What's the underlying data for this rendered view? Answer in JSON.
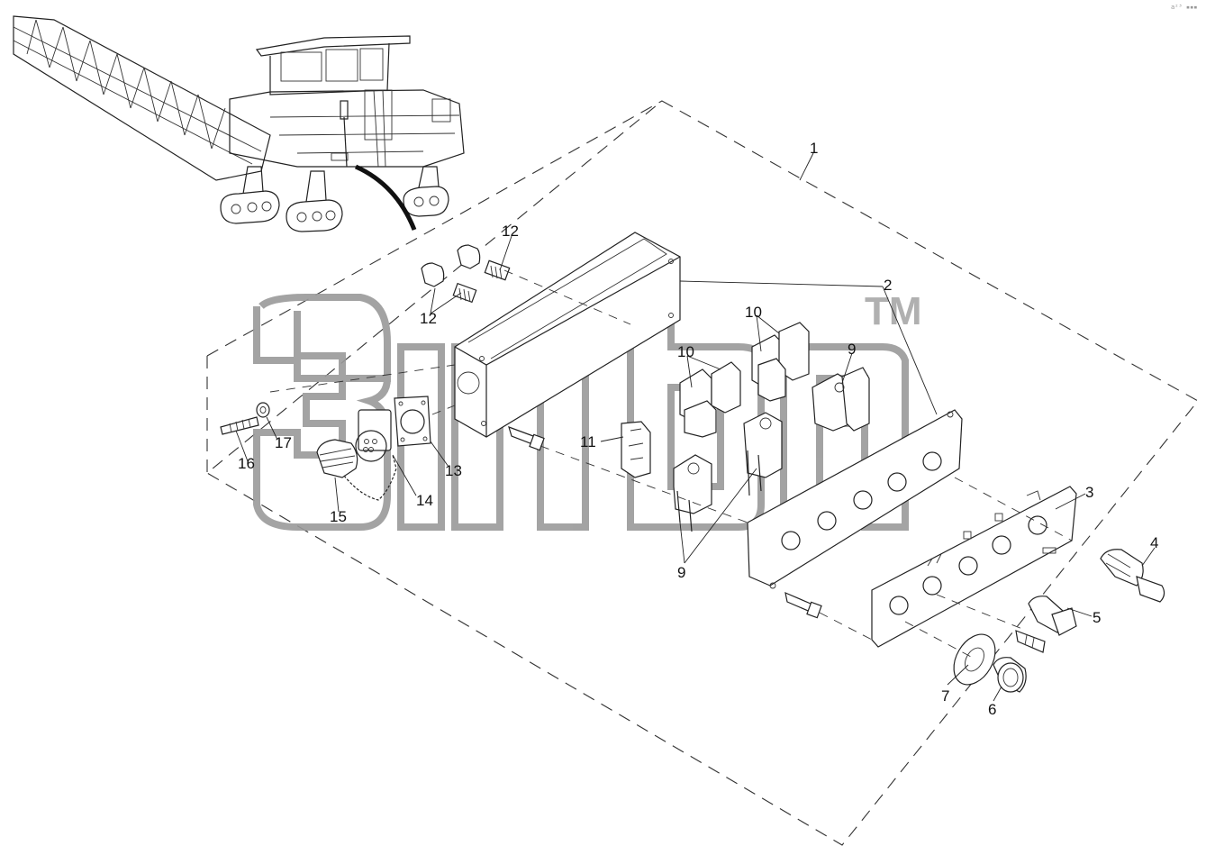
{
  "diagram": {
    "callouts": [
      {
        "id": "1",
        "label": "1"
      },
      {
        "id": "2",
        "label": "2"
      },
      {
        "id": "3",
        "label": "3"
      },
      {
        "id": "4",
        "label": "4"
      },
      {
        "id": "5",
        "label": "5"
      },
      {
        "id": "6",
        "label": "6"
      },
      {
        "id": "7",
        "label": "7"
      },
      {
        "id": "9a",
        "label": "9"
      },
      {
        "id": "9b",
        "label": "9"
      },
      {
        "id": "10a",
        "label": "10"
      },
      {
        "id": "10b",
        "label": "10"
      },
      {
        "id": "11",
        "label": "11"
      },
      {
        "id": "12a",
        "label": "12"
      },
      {
        "id": "12b",
        "label": "12"
      },
      {
        "id": "13",
        "label": "13"
      },
      {
        "id": "14",
        "label": "14"
      },
      {
        "id": "15",
        "label": "15"
      },
      {
        "id": "16",
        "label": "16"
      },
      {
        "id": "17",
        "label": "17"
      }
    ],
    "watermark": {
      "text": "TM"
    },
    "corner_mark": "a²³ ▪▪▪"
  }
}
